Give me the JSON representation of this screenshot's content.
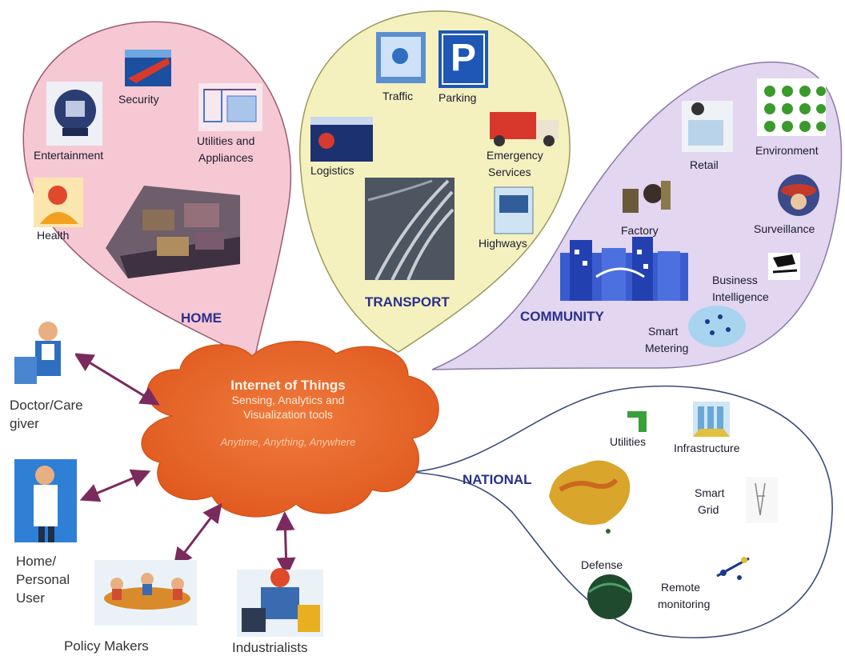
{
  "cloud": {
    "title": "Internet of Things",
    "subtitle_line1": "Sensing, Analytics and",
    "subtitle_line2": "Visualization tools",
    "tagline": "Anytime, Anything, Anywhere"
  },
  "sections": {
    "home": "HOME",
    "transport": "TRANSPORT",
    "community": "COMMUNITY",
    "national": "NATIONAL"
  },
  "home_items": {
    "security": "Security",
    "entertainment": "Entertainment",
    "utilities_1": "Utilities and",
    "utilities_2": "Appliances",
    "health": "Health"
  },
  "transport_items": {
    "traffic": "Traffic",
    "parking": "Parking",
    "logistics": "Logistics",
    "emergency_1": "Emergency",
    "emergency_2": "Services",
    "highways": "Highways",
    "parking_sign": "P"
  },
  "community_items": {
    "retail": "Retail",
    "environment": "Environment",
    "factory": "Factory",
    "surveillance": "Surveillance",
    "business_1": "Business",
    "business_2": "Intelligence",
    "smart_metering_1": "Smart",
    "smart_metering_2": "Metering"
  },
  "national_items": {
    "utilities": "Utilities",
    "infrastructure": "Infrastructure",
    "smart_grid_1": "Smart",
    "smart_grid_2": "Grid",
    "defense": "Defense",
    "remote_1": "Remote",
    "remote_2": "monitoring"
  },
  "users": {
    "doctor_1": "Doctor/Care",
    "doctor_2": "giver",
    "home_1": "Home/",
    "home_2": "Personal",
    "home_3": "User",
    "policy": "Policy Makers",
    "industrialists": "Industrialists"
  },
  "colors": {
    "home_fill": "#f6c8d3",
    "transport_fill": "#f4f1bf",
    "community_fill": "#e2d6f0",
    "national_fill": "#ffffff",
    "cloud_fill": "#e8672a",
    "arrow": "#7b2a5e",
    "section_text": "#2a2f8a"
  }
}
